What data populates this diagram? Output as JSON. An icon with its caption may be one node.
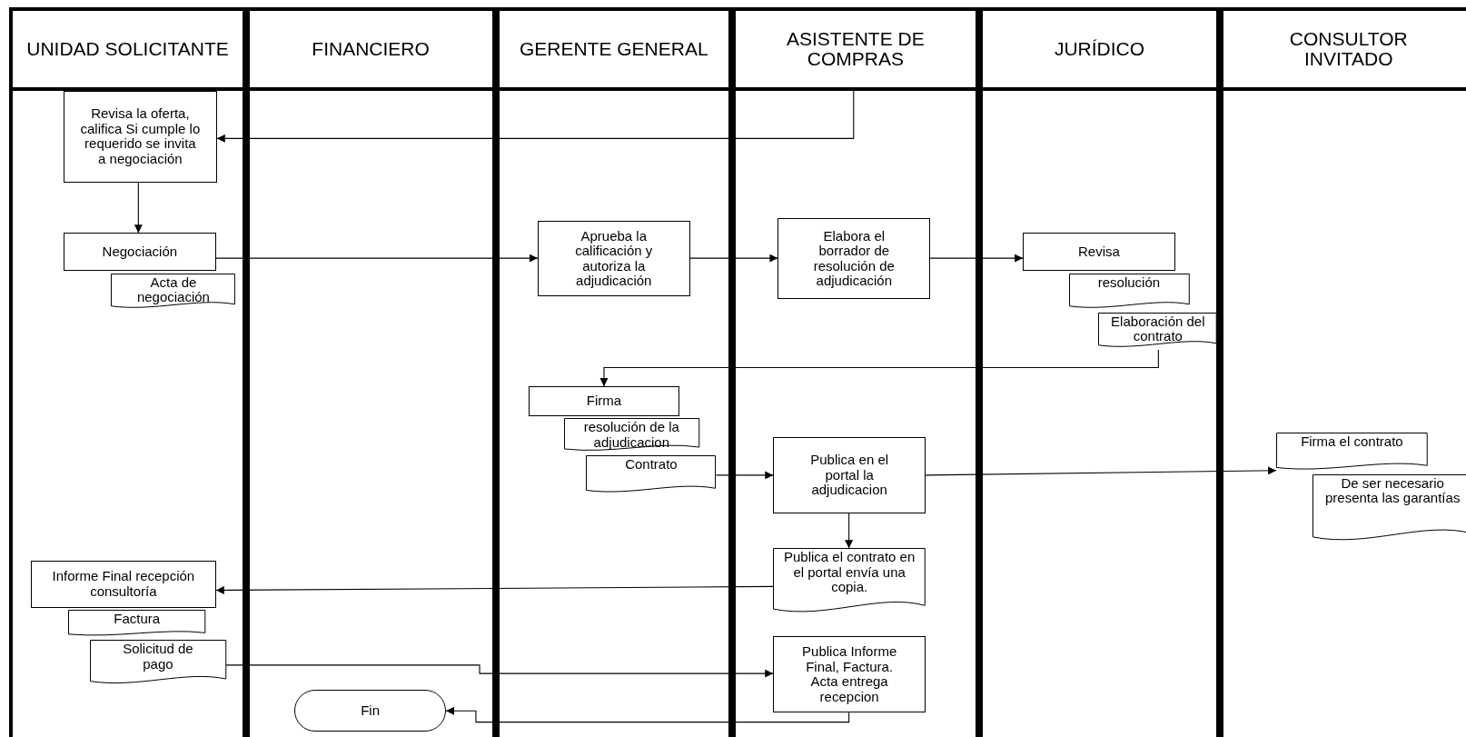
{
  "diagram": {
    "nodes": [
      {
        "text": [
          "UNIDAD SOLICITANTE"
        ]
      },
      {
        "text": [
          "FINANCIERO"
        ]
      },
      {
        "text": [
          "GERENTE GENERAL"
        ]
      },
      {
        "text": [
          "ASISTENTE DE COMPRAS"
        ]
      },
      {
        "text": [
          "JURÍDICO"
        ]
      },
      {
        "text": [
          "CONSULTOR INVITADO"
        ]
      },
      {
        "text": [
          "Revisa la oferta, califica Si cumple lo requerido se invita a negociación"
        ],
        "in": 0
      },
      {
        "text": [
          "Negociación"
        ],
        "in": 0
      },
      {
        "text": [
          "Acta de negociación"
        ],
        "in": 0
      },
      {
        "text": [
          "Aprueba la calificación y autoriza la adjudicación"
        ],
        "in": 2
      },
      {
        "text": [
          "Elabora el borrador de resolución de adjudicación"
        ],
        "in": 3
      },
      {
        "text": [
          "Revisa"
        ],
        "in": 4
      },
      {
        "text": [
          "resolución"
        ],
        "in": 4
      },
      {
        "text": [
          "Elaboración del contrato"
        ],
        "in": 4
      },
      {
        "text": [
          "Firma"
        ],
        "in": 2
      },
      {
        "text": [
          "resolución de la adjudicacion"
        ],
        "in": 2
      },
      {
        "text": [
          "Contrato"
        ],
        "in": 2
      },
      {
        "text": [
          "Publica en el portal la adjudicacion"
        ],
        "in": 3
      },
      {
        "text": [
          "Firma el contrato"
        ],
        "in": 5
      },
      {
        "text": [
          "De ser necesario presenta las garantías"
        ],
        "in": 5
      },
      {
        "text": [
          "Publica el contrato en el portal envía una copia."
        ],
        "in": 3
      },
      {
        "text": [
          "Informe Final recepción consultoría"
        ],
        "in": 0
      },
      {
        "text": [
          "Factura"
        ],
        "in": 0
      },
      {
        "text": [
          "Solicitud de pago"
        ],
        "in": 0
      },
      {
        "text": [
          "Publica Informe Final, Factura. Acta entrega recepcion"
        ],
        "in": 3
      },
      {
        "text": [
          "Fin"
        ],
        "in": 1
      }
    ],
    "edges": [
      {
        "from": null,
        "to": 6,
        "arrow": "to"
      },
      {
        "from": 6,
        "to": 7,
        "arrow": "to"
      },
      {
        "from": 7,
        "to": 9,
        "arrow": "to"
      },
      {
        "from": 9,
        "to": 10,
        "arrow": "to"
      },
      {
        "from": 10,
        "to": 11,
        "arrow": "to"
      },
      {
        "from": 13,
        "to": 14,
        "arrow": "to"
      },
      {
        "from": 16,
        "to": 17,
        "arrow": "to"
      },
      {
        "from": 17,
        "to": 18,
        "arrow": "to"
      },
      {
        "from": 17,
        "to": 20,
        "arrow": "to"
      },
      {
        "from": 20,
        "to": 21,
        "arrow": "to"
      },
      {
        "from": 23,
        "to": 24,
        "arrow": "to"
      },
      {
        "from": 24,
        "to": 25,
        "arrow": "to"
      }
    ]
  }
}
